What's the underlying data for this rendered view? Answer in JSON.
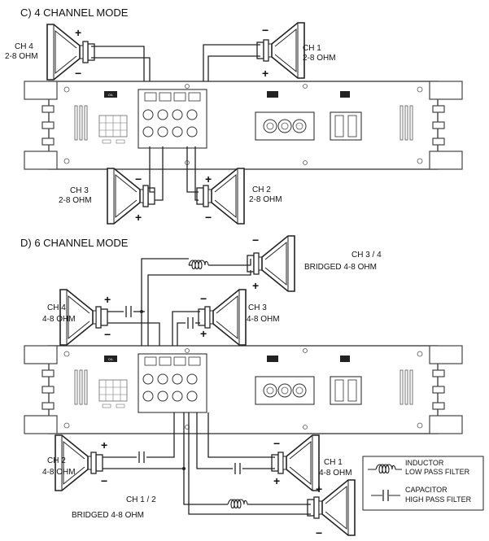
{
  "sections": {
    "c_title": "C) 4 CHANNEL MODE",
    "d_title": "D)  6 CHANNEL MODE"
  },
  "labels": {
    "c_ch4_name": "CH 4",
    "c_ch4_ohm": "2-8 OHM",
    "c_ch1_name": "CH 1",
    "c_ch1_ohm": "2-8 OHM",
    "c_ch3_name": "CH 3",
    "c_ch3_ohm": "2-8 OHM",
    "c_ch2_name": "CH 2",
    "c_ch2_ohm": "2-8 OHM",
    "d_ch34_name": "CH 3 / 4",
    "d_ch34_ohm": "BRIDGED 4-8 OHM",
    "d_ch4_name": "CH 4",
    "d_ch4_ohm": "4-8 OHM",
    "d_ch3_name": "CH 3",
    "d_ch3_ohm": "4-8 OHM",
    "d_ch2_name": "CH 2",
    "d_ch2_ohm": "4-8 OHM",
    "d_ch1_name": "CH 1",
    "d_ch1_ohm": "4-8 OHM",
    "d_ch12_name": "CH 1 / 2",
    "d_ch12_ohm": "BRIDGED 4-8 OHM"
  },
  "polarity": {
    "plus": "+",
    "minus": "−"
  },
  "legend": {
    "inductor_1": "INDUCTOR",
    "inductor_2": "LOW PASS FILTER",
    "capacitor_1": "CAPACITOR",
    "capacitor_2": "HIGH PASS FILTER"
  },
  "icons": [
    "speaker-icon",
    "amplifier-icon",
    "inductor-icon",
    "capacitor-icon"
  ],
  "colors": {
    "line": "#222222",
    "background": "#ffffff"
  }
}
